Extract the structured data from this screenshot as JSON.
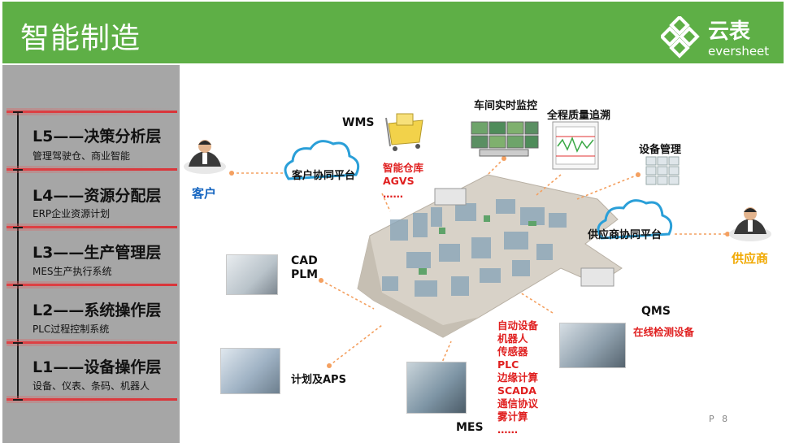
{
  "header": {
    "title": "智能制造",
    "logo_cn": "云表",
    "logo_en": "eversheet"
  },
  "layers": [
    {
      "title": "L5——决策分析层",
      "subtitle": "管理驾驶仓、商业智能"
    },
    {
      "title": "L4——资源分配层",
      "subtitle": "ERP企业资源计划"
    },
    {
      "title": "L3——生产管理层",
      "subtitle": "MES生产执行系统"
    },
    {
      "title": "L2——系统操作层",
      "subtitle": "PLC过程控制系统"
    },
    {
      "title": "L1——设备操作层",
      "subtitle": "设备、仪表、条码、机器人"
    }
  ],
  "diagram": {
    "customer": "客户",
    "supplier": "供应商",
    "customer_cloud": "客户协同平台",
    "supplier_cloud": "供应商协同平台",
    "wms": "WMS",
    "wms_items": [
      "智能仓库",
      "AGVS",
      "……"
    ],
    "workshop_monitor": "车间实时监控",
    "quality_trace": "全程质量追溯",
    "equipment_mgmt": "设备管理",
    "cad": "CAD",
    "plm": "PLM",
    "plan_aps": "计划及APS",
    "mes": "MES",
    "mes_items": [
      "自动设备",
      "机器人",
      "传感器",
      "PLC",
      "边缘计算",
      "SCADA",
      "通信协议",
      "雾计算",
      "……"
    ],
    "qms": "QMS",
    "qms_item": "在线检测设备"
  },
  "page": "P 8",
  "colors": {
    "header": "#5eaf46",
    "sidebar": "#a6a6a6",
    "accent_red": "#e02020",
    "customer_blue": "#1565c0",
    "supplier_orange": "#f0a800",
    "cloud_blue": "#2a9fd8"
  }
}
